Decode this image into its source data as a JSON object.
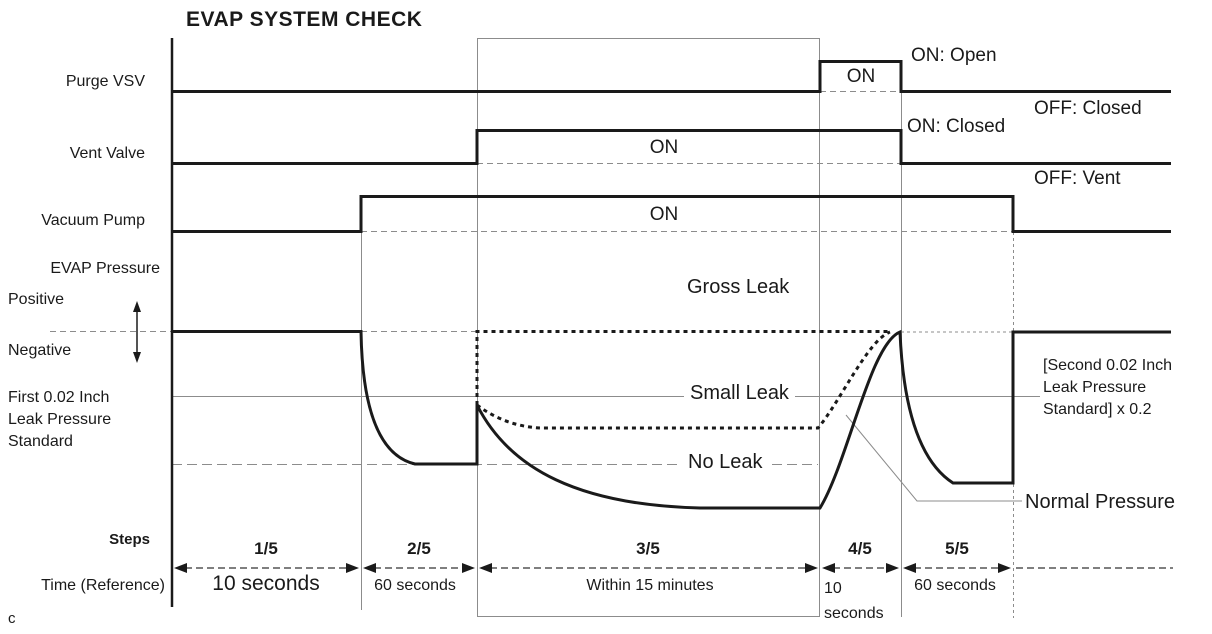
{
  "title": "EVAP SYSTEM CHECK",
  "figure_letter": "c",
  "rows": {
    "purge_vsv": {
      "label": "Purge VSV",
      "pulse": "ON",
      "legend_on": "ON: Open",
      "legend_off": "OFF: Closed"
    },
    "vent_valve": {
      "label": "Vent Valve",
      "pulse": "ON",
      "legend_on": "ON: Closed",
      "legend_off": "OFF: Vent"
    },
    "vacuum_pump": {
      "label": "Vacuum Pump",
      "pulse": "ON"
    },
    "evap_pressure": {
      "label": "EVAP Pressure",
      "positive": "Positive",
      "negative": "Negative",
      "first_standard_lines": [
        "First 0.02 Inch",
        "Leak Pressure",
        "Standard"
      ],
      "second_standard_lines": [
        "[Second 0.02 Inch",
        "Leak Pressure",
        "Standard] x 0.2"
      ],
      "curve_gross": "Gross Leak",
      "curve_small": "Small Leak",
      "curve_none": "No Leak",
      "curve_normal": "Normal Pressure"
    }
  },
  "steps": {
    "header": "Steps",
    "time_header": "Time (Reference)",
    "items": [
      {
        "step": "1/5",
        "time": "10 seconds"
      },
      {
        "step": "2/5",
        "time": "60 seconds"
      },
      {
        "step": "3/5",
        "time": "Within 15 minutes"
      },
      {
        "step": "4/5",
        "time": "10 seconds"
      },
      {
        "step": "5/5",
        "time": "60 seconds"
      }
    ]
  },
  "colors": {
    "line": "#1a1a1a",
    "reference": "#8c8c8c",
    "background": "#ffffff"
  }
}
